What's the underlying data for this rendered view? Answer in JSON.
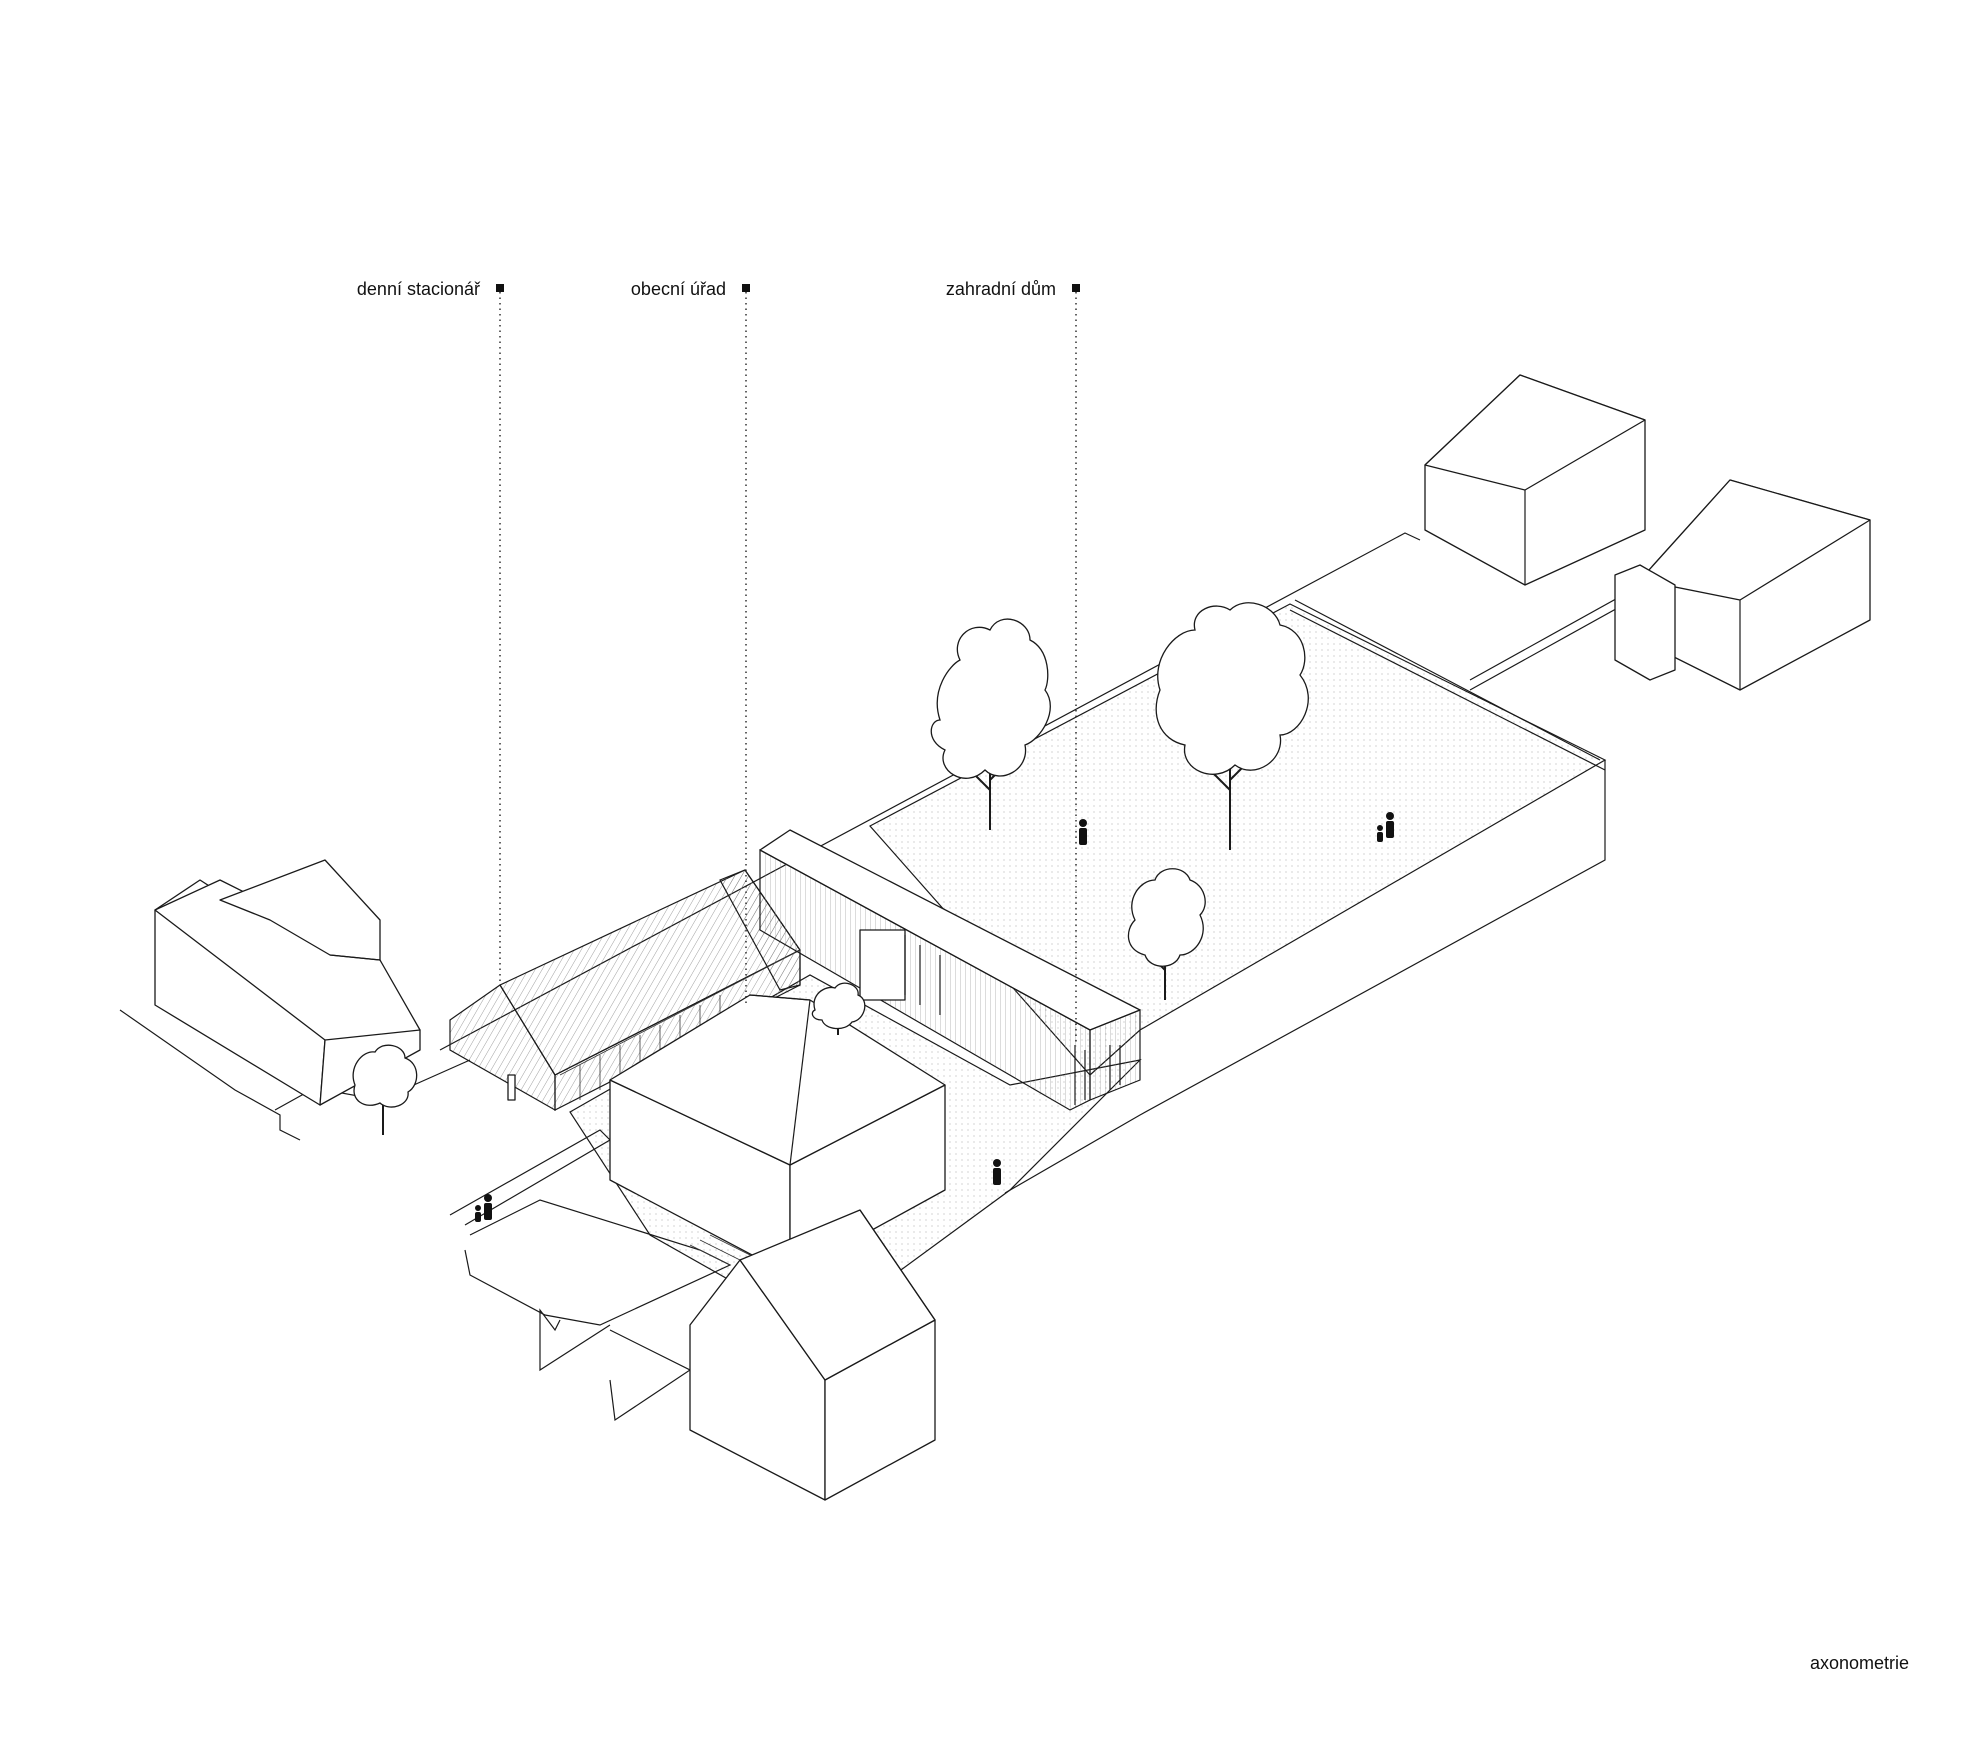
{
  "labels": {
    "denni_stacionar": "denní stacionář",
    "obecni_urad": "obecní úřad",
    "zahradni_dum": "zahradní dům",
    "drawing_title": "axonometrie"
  },
  "colors": {
    "line": "#1a1a1a",
    "background": "#ffffff",
    "marker": "#111111"
  },
  "icons": {
    "marker": "square-marker-icon",
    "tree": "tree-icon",
    "person": "person-icon"
  }
}
